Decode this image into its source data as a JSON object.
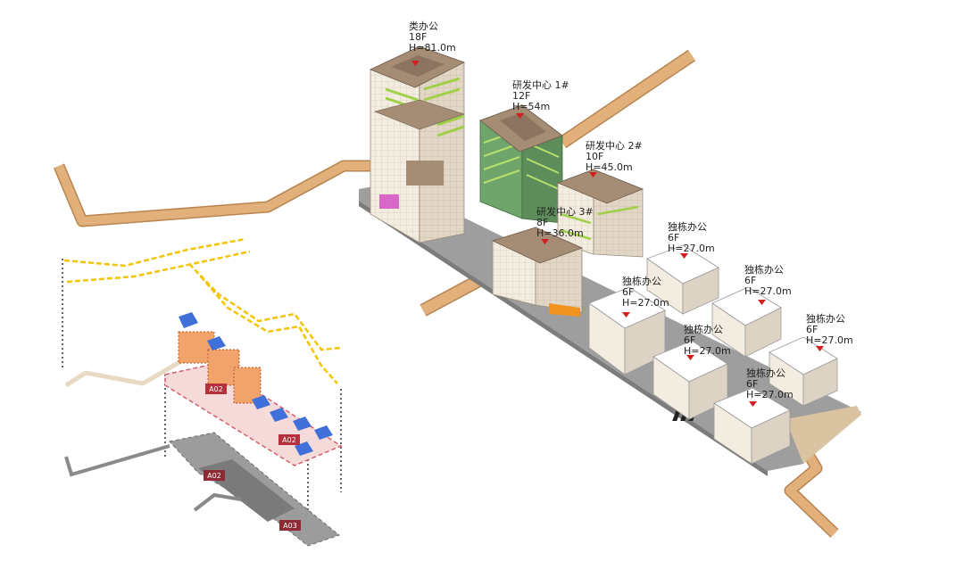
{
  "colors": {
    "path": "#e2b07a",
    "path_edge": "#b88450",
    "facade": "#f3ece0",
    "facade_shade": "#ddd3c4",
    "roof": "#a58c74",
    "green": "#9fd046",
    "ground": "#a9a9a9",
    "yellow_dash": "#f3c400",
    "marker": "#d21f1f",
    "tag_bg": "#b5303b"
  },
  "buildings": [
    {
      "name": "类办公",
      "floors": "18F",
      "height": "H=81.0m"
    },
    {
      "name": "研发中心 1#",
      "floors": "12F",
      "height": "H=54m"
    },
    {
      "name": "研发中心 2#",
      "floors": "10F",
      "height": "H=45.0m"
    },
    {
      "name": "研发中心 3#",
      "floors": "8F",
      "height": "H=36.0m"
    },
    {
      "name": "独栋办公",
      "floors": "6F",
      "height": "H=27.0m"
    },
    {
      "name": "独栋办公",
      "floors": "6F",
      "height": "H=27.0m"
    },
    {
      "name": "独栋办公",
      "floors": "6F",
      "height": "H=27.0m"
    },
    {
      "name": "独栋办公",
      "floors": "6F",
      "height": "H=27.0m"
    },
    {
      "name": "独栋办公",
      "floors": "6F",
      "height": "H=27.0m"
    },
    {
      "name": "独栋办公",
      "floors": "6F",
      "height": "H=27.0m"
    }
  ],
  "layer_tags": [
    "A02",
    "A02",
    "A02",
    "A03"
  ]
}
